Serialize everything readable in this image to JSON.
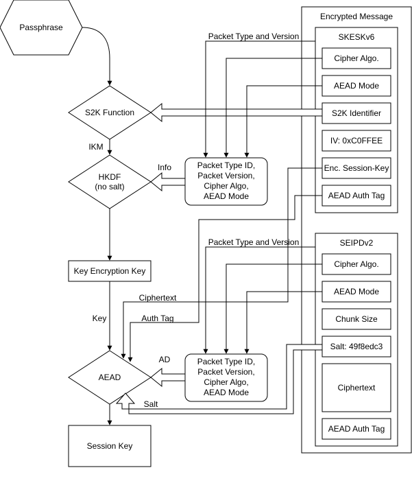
{
  "nodes": {
    "passphrase": "Passphrase",
    "s2k": "S2K Function",
    "hkdf_line1": "HKDF",
    "hkdf_line2": "(no salt)",
    "kek": "Key Encryption Key",
    "aead": "AEAD",
    "session_key": "Session Key"
  },
  "info_box_1": [
    "Packet Type ID,",
    "Packet Version,",
    "Cipher Algo,",
    "AEAD Mode"
  ],
  "info_box_2": [
    "Packet Type ID,",
    "Packet Version,",
    "Cipher Algo,",
    "AEAD Mode"
  ],
  "encrypted_message": {
    "title": "Encrypted Message",
    "skesk": {
      "title": "SKESKv6",
      "fields": [
        "Cipher Algo.",
        "AEAD Mode",
        "S2K Identifier",
        "IV: 0xC0FFEE",
        "Enc. Session-Key",
        "AEAD Auth Tag"
      ]
    },
    "seipd": {
      "title": "SEIPDv2",
      "fields": [
        "Cipher Algo.",
        "AEAD Mode",
        "Chunk Size",
        "Salt: 49f8edc3",
        "Ciphertext",
        "AEAD Auth Tag"
      ]
    }
  },
  "edge_labels": {
    "ikm": "IKM",
    "info": "Info",
    "key": "Key",
    "ad": "AD",
    "salt": "Salt",
    "ciphertext": "Ciphertext",
    "auth_tag": "Auth Tag",
    "ptv1": "Packet Type and Version",
    "ptv2": "Packet Type and Version"
  }
}
